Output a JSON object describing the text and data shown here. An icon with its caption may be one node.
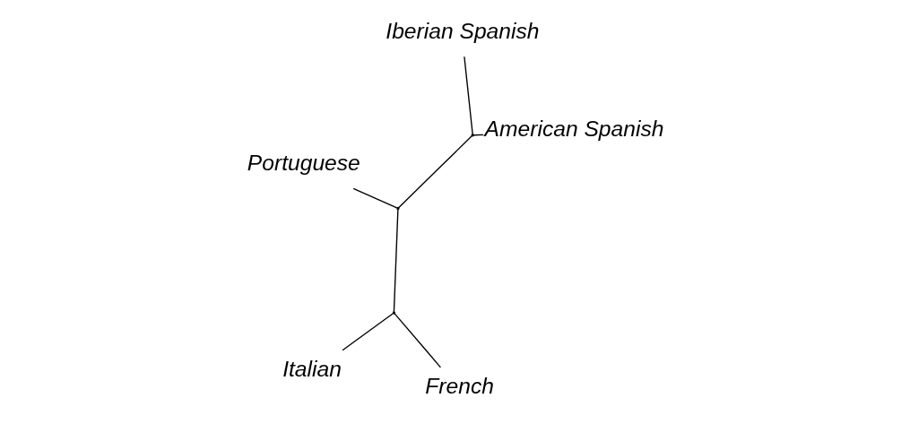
{
  "diagram": {
    "nodes": [
      {
        "text": [
          "Portuguese"
        ]
      },
      {
        "text": [
          "French"
        ]
      },
      {
        "text": [],
        "shape": "point"
      },
      {
        "text": [],
        "shape": "point"
      },
      {
        "text": [],
        "shape": "point"
      },
      {
        "text": [
          "Iberian Spanish"
        ]
      },
      {
        "text": [
          "Italian"
        ]
      },
      {
        "text": [
          "American Spanish"
        ]
      }
    ],
    "edges": [
      {
        "from": 1,
        "to": 2,
        "arrow": "none"
      },
      {
        "from": 6,
        "to": 2,
        "arrow": "none"
      },
      {
        "from": 2,
        "to": 3,
        "arrow": "none"
      },
      {
        "from": 3,
        "to": 0,
        "arrow": "none"
      },
      {
        "from": 3,
        "to": 4,
        "arrow": "none"
      },
      {
        "from": 4,
        "to": 5,
        "arrow": "none"
      },
      {
        "from": 4,
        "to": 7,
        "arrow": "none"
      }
    ]
  }
}
